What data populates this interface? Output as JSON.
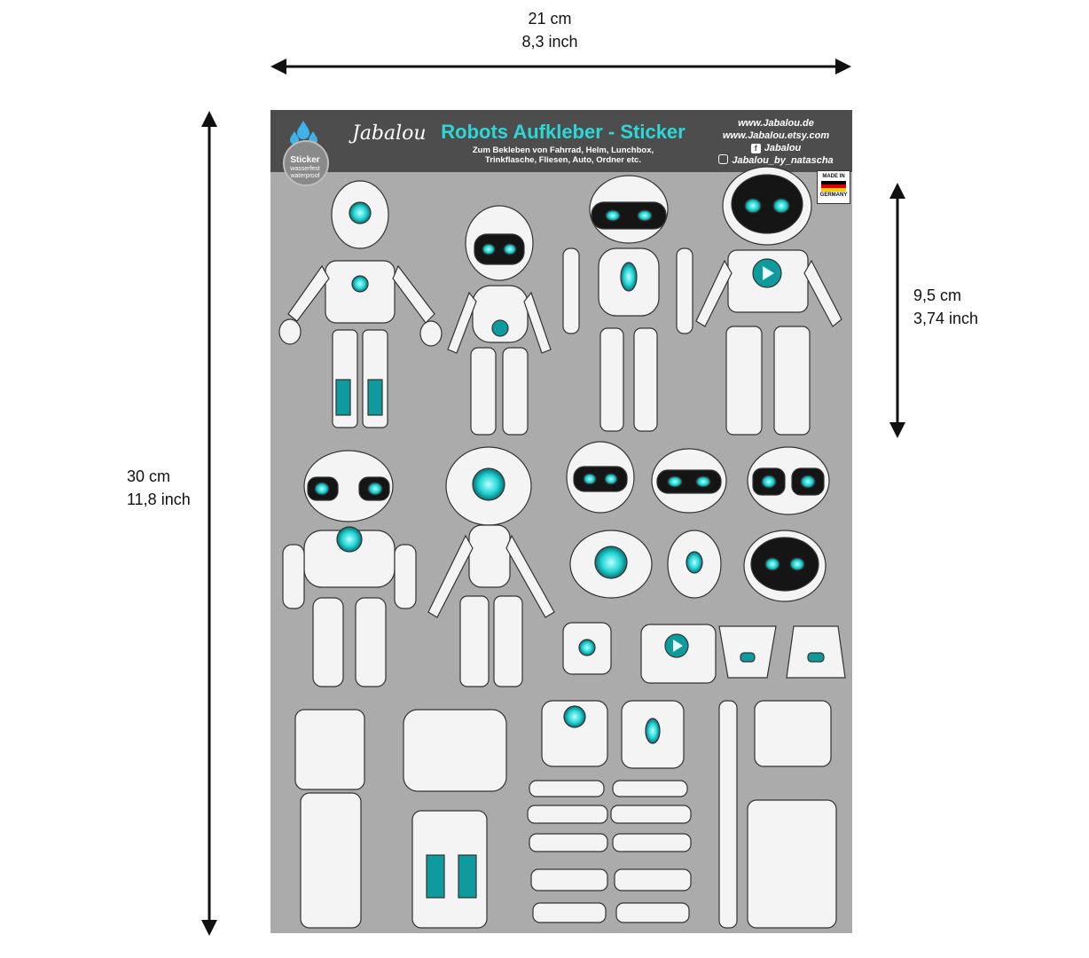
{
  "dimensions": {
    "width_cm": "21 cm",
    "width_inch": "8,3 inch",
    "height_cm": "30 cm",
    "height_inch": "11,8 inch",
    "robot_cm": "9,5 cm",
    "robot_inch": "3,74 inch"
  },
  "header": {
    "badge_title": "Sticker",
    "badge_line1": "wasserfest",
    "badge_line2": "waterproof",
    "brand": "Jabalou",
    "title": "Robots Aufkleber - Sticker",
    "subtitle_1": "Zum Bekleben von Fahrrad, Helm, Lunchbox,",
    "subtitle_2": "Trinkflasche, Fliesen, Auto, Ordner etc.",
    "website": "www.Jabalou.de",
    "etsy": "www.Jabalou.etsy.com",
    "facebook": "Jabalou",
    "instagram": "Jabalou_by_natascha"
  },
  "made_in": {
    "line1": "MADE IN",
    "line2": "GERMANY"
  },
  "colors": {
    "accent": "#2fd6d6",
    "sheet": "#ababab",
    "header": "#4d4d4d"
  }
}
